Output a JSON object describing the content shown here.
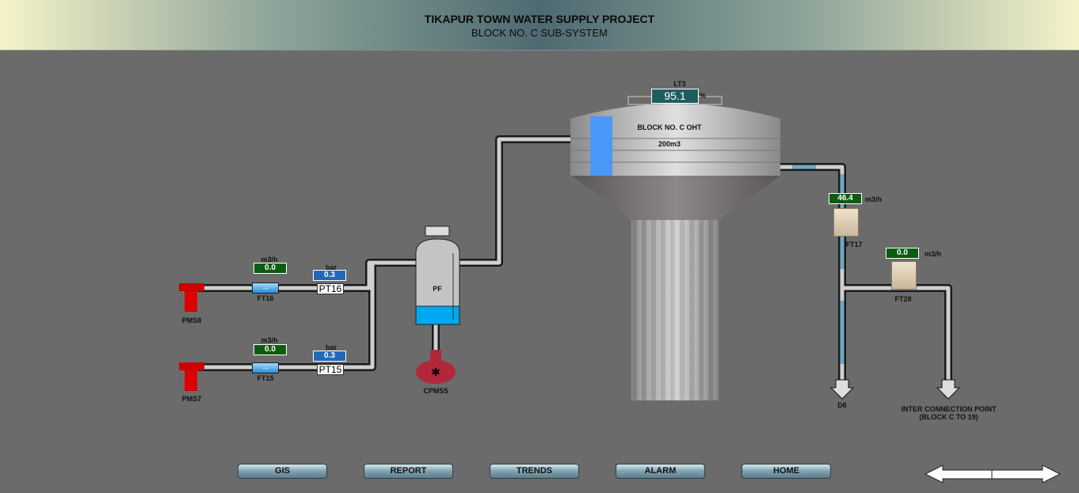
{
  "header": {
    "title": "TIKAPUR TOWN WATER SUPPLY PROJECT",
    "subtitle": "BLOCK NO. C SUB-SYSTEM"
  },
  "tank": {
    "name": "BLOCK NO. C OHT",
    "capacity": "200m3",
    "level_tag": "LT3",
    "level_value": "95.1",
    "level_unit": "%",
    "level_fraction": 0.951
  },
  "pumps": [
    {
      "tag": "PMS8"
    },
    {
      "tag": "PMS7"
    },
    {
      "tag": "CPMS5"
    }
  ],
  "flow_meters": [
    {
      "tag": "FT16",
      "value": "0.0",
      "unit": "m3/h"
    },
    {
      "tag": "FT15",
      "value": "0.0",
      "unit": "m3/h"
    },
    {
      "tag": "FT17",
      "value": "46.4",
      "unit": "m3/h"
    },
    {
      "tag": "FT28",
      "value": "0.0",
      "unit": "m3/h"
    }
  ],
  "pressure": [
    {
      "tag": "PT16",
      "value": "0.3",
      "unit": "bar"
    },
    {
      "tag": "PT15",
      "value": "0.3",
      "unit": "bar"
    }
  ],
  "filter": {
    "tag": "PF"
  },
  "outlets": {
    "d6": "D6",
    "inter": "INTER CONNECTION POINT (BLOCK C TO 19)"
  },
  "nav": {
    "gis": "GIS",
    "report": "REPORT",
    "trends": "TRENDS",
    "alarm": "ALARM",
    "home": "HOME"
  },
  "colors": {
    "flow_display": "#0b5b10",
    "pressure_display": "#2268b8",
    "level_display": "#1e5e5e",
    "water": "#00a8f0"
  }
}
